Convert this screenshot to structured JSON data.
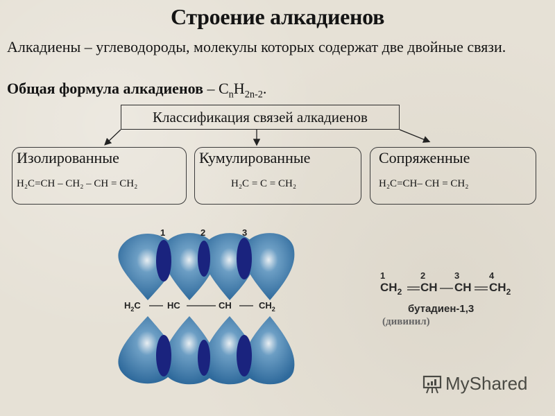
{
  "slide": {
    "title": "Строение алкадиенов",
    "definition": "Алкадиены – углеводороды, молекулы которых содержат две двойные связи.",
    "formula_label": "Общая формула алкадиенов",
    "formula_dash": " – ",
    "formula_C": "C",
    "formula_n": "n",
    "formula_H": "H",
    "formula_2n2": "2n-2",
    "formula_end": "."
  },
  "classification": {
    "header": "Классификация связей алкадиенов",
    "types": [
      {
        "name": "Изолированные",
        "formula": "H₂C=CH – CH₂ – CH = CH₂"
      },
      {
        "name": "Кумулированные",
        "formula": "H₂C = C = CH₂"
      },
      {
        "name": "Сопряженные",
        "formula": "H₂C=CH– CH = CH₂"
      }
    ]
  },
  "orbital_diagram": {
    "overlap_labels": [
      "1",
      "2",
      "3"
    ],
    "atoms": [
      "H₂C",
      "HC",
      "CH",
      "CH₂"
    ],
    "colors": {
      "lobe": "#3a78a8",
      "overlap": "#1a237e",
      "highlight": "#e8eef2"
    }
  },
  "butadiene": {
    "numbers": [
      "1",
      "2",
      "3",
      "4"
    ],
    "groups": [
      "CH₂",
      "CH",
      "CH",
      "CH₂"
    ],
    "name": "бутадиен-1,3",
    "trivial_name": "(дивинил)"
  },
  "watermark": {
    "text": "MyShared",
    "icon": "presentation-board-icon"
  }
}
